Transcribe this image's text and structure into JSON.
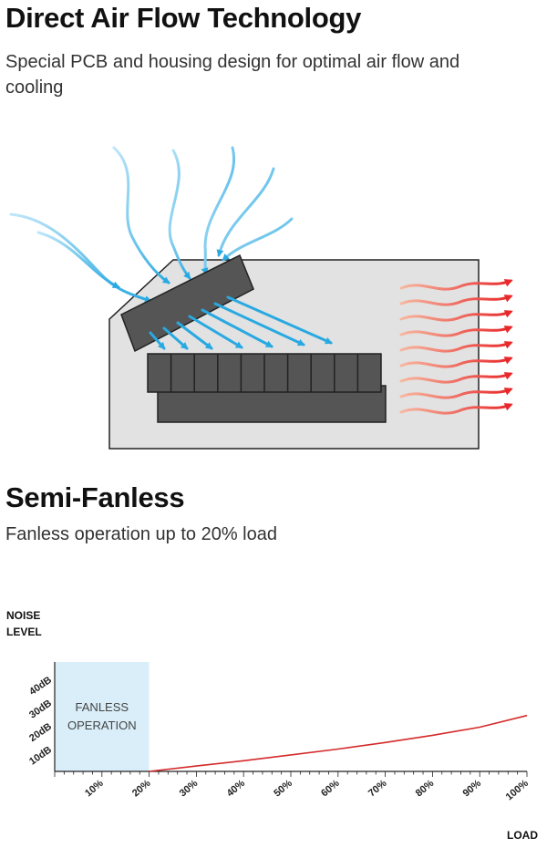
{
  "section1": {
    "title": "Direct Air Flow Technology",
    "subtitle": "Special PCB and housing design for optimal air flow and cooling"
  },
  "section2": {
    "title": "Semi-Fanless",
    "subtitle": "Fanless operation up to 20% load"
  },
  "colors": {
    "cool_air": "#29a9e1",
    "hot_air": "#e8282a",
    "housing": "#e2e2e2",
    "component": "#555555",
    "fanless_zone": "#d9eef9",
    "noise_curve": "#d42a2a"
  },
  "chart_data": {
    "type": "line",
    "ylabel_line1": "NOISE",
    "ylabel_line2": "LEVEL",
    "xlabel": "LOAD",
    "y_ticks": [
      "10dB",
      "20dB",
      "30dB",
      "40dB"
    ],
    "x_ticks": [
      "10%",
      "20%",
      "30%",
      "40%",
      "50%",
      "60%",
      "70%",
      "80%",
      "90%",
      "100%"
    ],
    "fanless_zone": {
      "label_line1": "FANLESS",
      "label_line2": "OPERATION",
      "x_range": [
        0,
        20
      ]
    },
    "xlim": [
      0,
      100
    ],
    "ylim": [
      0,
      47
    ],
    "series": [
      {
        "x": [
          20,
          30,
          40,
          50,
          60,
          70,
          80,
          90,
          100
        ],
        "y": [
          0,
          2.3,
          4.6,
          7.1,
          9.6,
          12.4,
          15.5,
          19.0,
          24.0
        ]
      }
    ]
  }
}
